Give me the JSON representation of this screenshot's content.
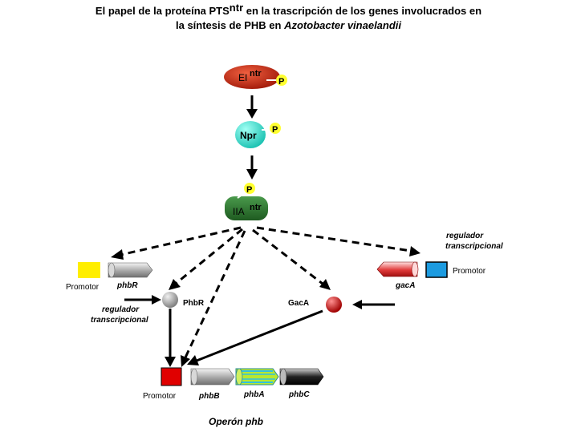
{
  "title": {
    "line1_before": "El papel de la proteína PTS",
    "line1_sup": "ntr",
    "line1_after": " en la trascripción de los genes involucrados en",
    "line2_before": "la síntesis de PHB en ",
    "line2_italic": "Azotobacter vinaelandii"
  },
  "nodes": {
    "ei_main": "EI",
    "ei_sup": "ntr",
    "ei_p": "P",
    "npr": "Npr",
    "npr_p": "P",
    "iia_main": "IIA",
    "iia_sup": "ntr",
    "iia_p": "P"
  },
  "left_module": {
    "promotor": "Promotor",
    "gene": "phbR",
    "protein": "PhbR",
    "regulator_line1": "regulador",
    "regulator_line2": "transcripcional"
  },
  "right_module": {
    "promotor": "Promotor",
    "gene": "gacA",
    "protein": "GacA",
    "regulator_line1": "regulador",
    "regulator_line2": "transcripcional"
  },
  "operon": {
    "promotor": "Promotor",
    "genes": [
      "phbB",
      "phbA",
      "phbC"
    ],
    "label": "Operón phb"
  },
  "colors": {
    "ei": "#b22010",
    "npr": "#30d8c8",
    "iia": "#2f7a32",
    "phosphate": "#ffff30",
    "promotor_yellow": "#ffee00",
    "promotor_blue": "#1c9be0",
    "promotor_red": "#e00000",
    "gene_grey": "#9a9a9a",
    "gene_red": "#e84848",
    "gene_green": "#b8e830",
    "gene_black": "#222222",
    "phbr_protein": "#a8a8a8",
    "gaca_protein": "#c01818"
  }
}
